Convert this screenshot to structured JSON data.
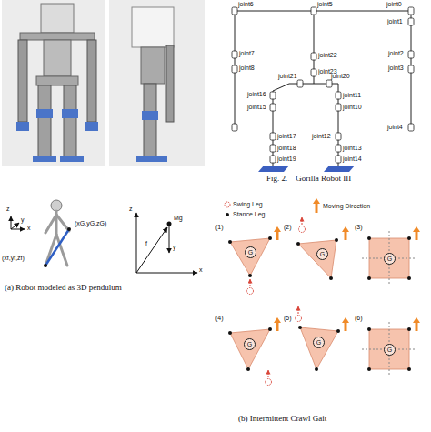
{
  "diagram": {
    "caption": "Fig. 2.    Gorilla Robot III",
    "nodes": [
      {
        "text": [
          "G"
        ]
      },
      {
        "text": [
          "G"
        ]
      },
      {
        "text": [
          "G"
        ]
      },
      {
        "text": [
          "G"
        ]
      },
      {
        "text": [
          "G"
        ]
      },
      {
        "text": [
          "G"
        ]
      }
    ],
    "labels": [
      "joint6",
      "joint5",
      "joint0",
      "joint1",
      "joint7",
      "joint2",
      "joint8",
      "joint3",
      "joint22",
      "joint23",
      "joint21",
      "joint20",
      "joint16",
      "joint11",
      "joint15",
      "joint10",
      "joint4",
      "joint17",
      "joint12",
      "joint18",
      "joint13",
      "joint19",
      "joint14",
      "z",
      "y",
      "x",
      "(xf,yf,zf)",
      "(xG,yG,zG)",
      "z",
      "x",
      "f",
      "Mg",
      "y",
      "(a) Robot modeled as 3D pendulum",
      "(1)",
      "(2)",
      "(3)",
      "(4)",
      "(5)",
      "(6)",
      "(b) Intermittent Crawl Gait"
    ],
    "legend": [
      {
        "text": "Swing Leg"
      },
      {
        "text": "Stance Leg"
      },
      {
        "text": "Moving Direction"
      }
    ]
  }
}
